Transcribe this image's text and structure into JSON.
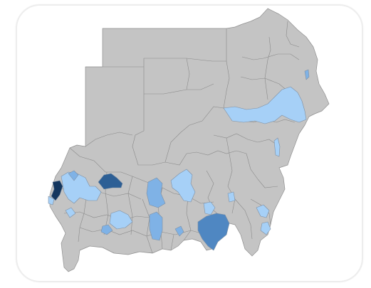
{
  "map": {
    "base_color": "#c4c4c4",
    "border_color": "#8f8f8f",
    "scale_colors": {
      "level_1": "#a6d0f7",
      "level_2": "#7fb2e6",
      "level_3": "#4f87c2",
      "level_4": "#2d5f95",
      "level_5": "#13365f"
    },
    "highlighted_regions": [
      {
        "name": "northeast-band",
        "level": "level_1"
      },
      {
        "name": "northeast-coast-tiny",
        "level": "level_2"
      },
      {
        "name": "east-small-strip",
        "level": "level_1"
      },
      {
        "name": "west-border-dark",
        "level": "level_5"
      },
      {
        "name": "west-border-small",
        "level": "level_1"
      },
      {
        "name": "darfur-cluster",
        "level": "level_1"
      },
      {
        "name": "central-west-dark",
        "level": "level_4"
      },
      {
        "name": "central-band-a",
        "level": "level_1"
      },
      {
        "name": "central-band-b",
        "level": "level_2"
      },
      {
        "name": "central-band-c",
        "level": "level_1"
      },
      {
        "name": "south-center-a",
        "level": "level_2"
      },
      {
        "name": "south-center-b",
        "level": "level_1"
      },
      {
        "name": "southeast-large",
        "level": "level_3"
      },
      {
        "name": "east-south-a",
        "level": "level_1"
      },
      {
        "name": "southwest-a",
        "level": "level_2"
      },
      {
        "name": "southwest-b",
        "level": "level_1"
      }
    ]
  }
}
